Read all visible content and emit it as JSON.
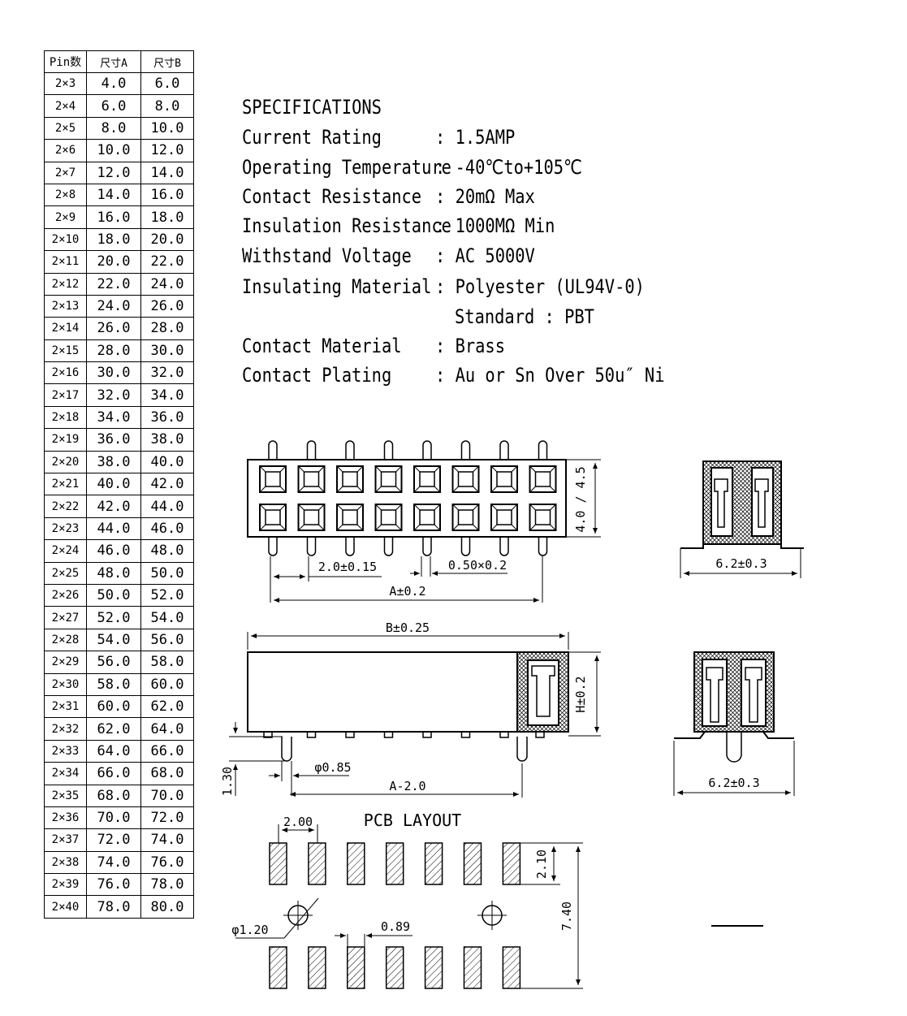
{
  "table": {
    "headers": [
      "Pin数",
      "尺寸A",
      "尺寸B"
    ],
    "rows": [
      [
        "2×3",
        "4.0",
        "6.0"
      ],
      [
        "2×4",
        "6.0",
        "8.0"
      ],
      [
        "2×5",
        "8.0",
        "10.0"
      ],
      [
        "2×6",
        "10.0",
        "12.0"
      ],
      [
        "2×7",
        "12.0",
        "14.0"
      ],
      [
        "2×8",
        "14.0",
        "16.0"
      ],
      [
        "2×9",
        "16.0",
        "18.0"
      ],
      [
        "2×10",
        "18.0",
        "20.0"
      ],
      [
        "2×11",
        "20.0",
        "22.0"
      ],
      [
        "2×12",
        "22.0",
        "24.0"
      ],
      [
        "2×13",
        "24.0",
        "26.0"
      ],
      [
        "2×14",
        "26.0",
        "28.0"
      ],
      [
        "2×15",
        "28.0",
        "30.0"
      ],
      [
        "2×16",
        "30.0",
        "32.0"
      ],
      [
        "2×17",
        "32.0",
        "34.0"
      ],
      [
        "2×18",
        "34.0",
        "36.0"
      ],
      [
        "2×19",
        "36.0",
        "38.0"
      ],
      [
        "2×20",
        "38.0",
        "40.0"
      ],
      [
        "2×21",
        "40.0",
        "42.0"
      ],
      [
        "2×22",
        "42.0",
        "44.0"
      ],
      [
        "2×23",
        "44.0",
        "46.0"
      ],
      [
        "2×24",
        "46.0",
        "48.0"
      ],
      [
        "2×25",
        "48.0",
        "50.0"
      ],
      [
        "2×26",
        "50.0",
        "52.0"
      ],
      [
        "2×27",
        "52.0",
        "54.0"
      ],
      [
        "2×28",
        "54.0",
        "56.0"
      ],
      [
        "2×29",
        "56.0",
        "58.0"
      ],
      [
        "2×30",
        "58.0",
        "60.0"
      ],
      [
        "2×31",
        "60.0",
        "62.0"
      ],
      [
        "2×32",
        "62.0",
        "64.0"
      ],
      [
        "2×33",
        "64.0",
        "66.0"
      ],
      [
        "2×34",
        "66.0",
        "68.0"
      ],
      [
        "2×35",
        "68.0",
        "70.0"
      ],
      [
        "2×36",
        "70.0",
        "72.0"
      ],
      [
        "2×37",
        "72.0",
        "74.0"
      ],
      [
        "2×38",
        "74.0",
        "76.0"
      ],
      [
        "2×39",
        "76.0",
        "78.0"
      ],
      [
        "2×40",
        "78.0",
        "80.0"
      ]
    ]
  },
  "specs": {
    "title": "SPECIFICATIONS",
    "items": [
      {
        "label": "Current Rating",
        "value": ": 1.5AMP"
      },
      {
        "label": "Operating Temperature",
        "value": ": -40℃to+105℃"
      },
      {
        "label": "Contact Resistance",
        "value": ": 20mΩ Max"
      },
      {
        "label": "Insulation Resistance",
        "value": ": 1000MΩ Min"
      },
      {
        "label": "Withstand Voltage",
        "value": ": AC 5000V"
      },
      {
        "label": "Insulating Material",
        "value": ": Polyester (UL94V-0)"
      },
      {
        "label": "",
        "value": "Standard : PBT"
      },
      {
        "label": "Contact Material",
        "value": ": Brass"
      },
      {
        "label": "Contact Plating",
        "value": ": Au or Sn Over 50u″ Ni"
      }
    ]
  },
  "dims": {
    "height_4": "4.0 / 4.5",
    "pitch": "2.0±0.15",
    "pin_size": "0.50×0.2",
    "a_tol": "A±0.2",
    "b_tol": "B±0.25",
    "h_tol": "H±0.2",
    "width_top": "6.2±0.3",
    "width_bottom": "6.2±0.3",
    "peg_height": "1.30",
    "peg_dia": "φ0.85",
    "a_minus": "A-2.0",
    "pcb_title": "PCB LAYOUT",
    "pcb_pitch": "2.00",
    "pcb_pad_len": "2.10",
    "pcb_span": "7.40",
    "pcb_hole": "φ1.20",
    "pcb_pad_w": "0.89"
  }
}
